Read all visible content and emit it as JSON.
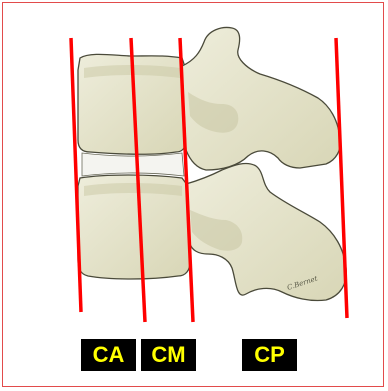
{
  "columns": [
    {
      "id": "ca",
      "label": "CA"
    },
    {
      "id": "cm",
      "label": "CM"
    },
    {
      "id": "cp",
      "label": "CP"
    }
  ],
  "signature": "C.Bernet",
  "colors": {
    "frame": "#e24b4b",
    "lines": "#ff0000",
    "label_bg": "#000000",
    "label_text": "#ffff00",
    "bone": "#e9e8cf",
    "bone_shadow": "#c9c7a4",
    "bone_outline": "#4a4a3a"
  }
}
